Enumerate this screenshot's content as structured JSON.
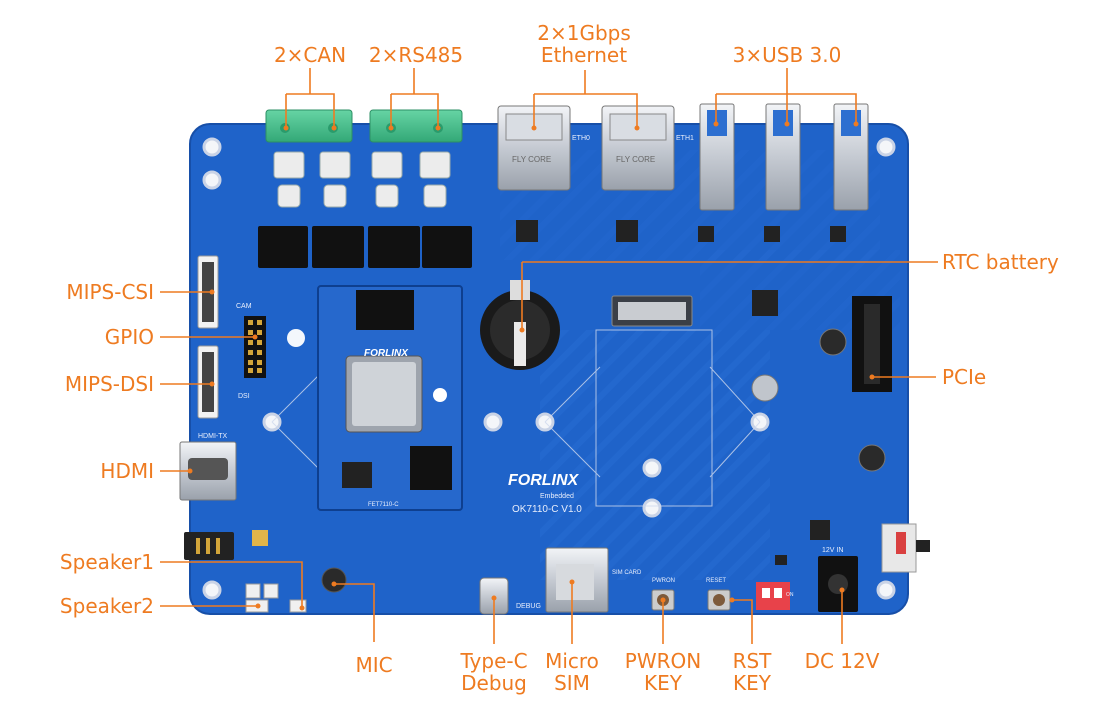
{
  "colors": {
    "accent": "#ee7b21",
    "board": "#1f63c9",
    "board_dark": "#174fa8",
    "silk": "#e8eefc"
  },
  "labels": {
    "can": "2×CAN",
    "rs485": "2×RS485",
    "ethernet_line1": "2×1Gbps",
    "ethernet_line2": "Ethernet",
    "usb": "3×USB 3.0",
    "rtc": "RTC battery",
    "pcie": "PCIe",
    "mipi_csi": "MIPS-CSI",
    "gpio": "GPIO",
    "mipi_dsi": "MIPS-DSI",
    "hdmi": "HDMI",
    "speaker1": "Speaker1",
    "speaker2": "Speaker2",
    "mic": "MIC",
    "typec_line1": "Type-C",
    "typec_line2": "Debug",
    "sim_line1": "Micro",
    "sim_line2": "SIM",
    "pwron_line1": "PWRON",
    "pwron_line2": "KEY",
    "rst_line1": "RST",
    "rst_line2": "KEY",
    "dc": "DC 12V"
  },
  "board": {
    "brand": "FORLINX",
    "brand_sub": "Embedded",
    "model": "OK7110-C V1.0",
    "som_model": "FET7110-C",
    "silk_cam": "CAM",
    "silk_dsi": "DSI",
    "silk_hdmi": "HDMI-TX",
    "silk_eth0": "ETH0",
    "silk_eth1": "ETH1",
    "silk_pwron": "PWRON",
    "silk_reset": "RESET",
    "silk_sim": "SIM CARD",
    "silk_debug": "DEBUG",
    "silk_12v": "12V IN",
    "eth_jack_text": "FLY CORE",
    "sw_on": "ON"
  }
}
